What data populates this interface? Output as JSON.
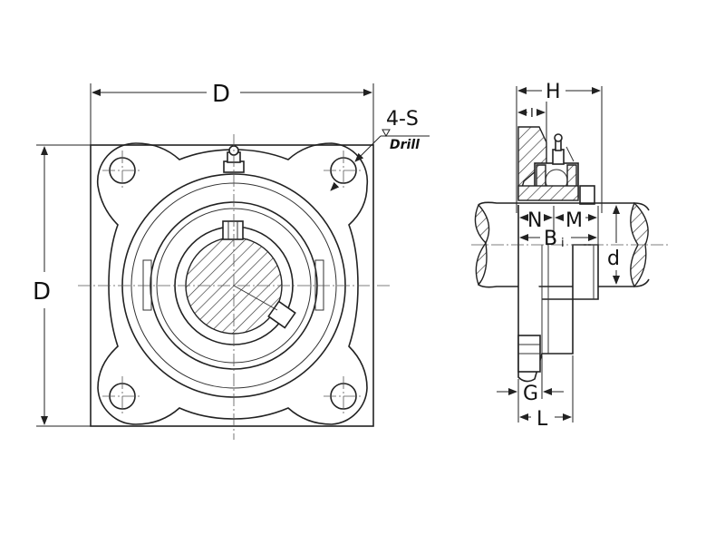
{
  "labels": {
    "width_dim": "D",
    "height_dim": "D",
    "holes_count": "4-S",
    "holes_note": "Drill",
    "side_H": "H",
    "side_I": "I",
    "side_N": "N",
    "side_M": "M",
    "side_B": "B",
    "side_B_sub": "i",
    "side_d": "d",
    "side_G": "G",
    "side_L": "L"
  },
  "colors": {
    "line": "#222222",
    "background": "#ffffff"
  }
}
